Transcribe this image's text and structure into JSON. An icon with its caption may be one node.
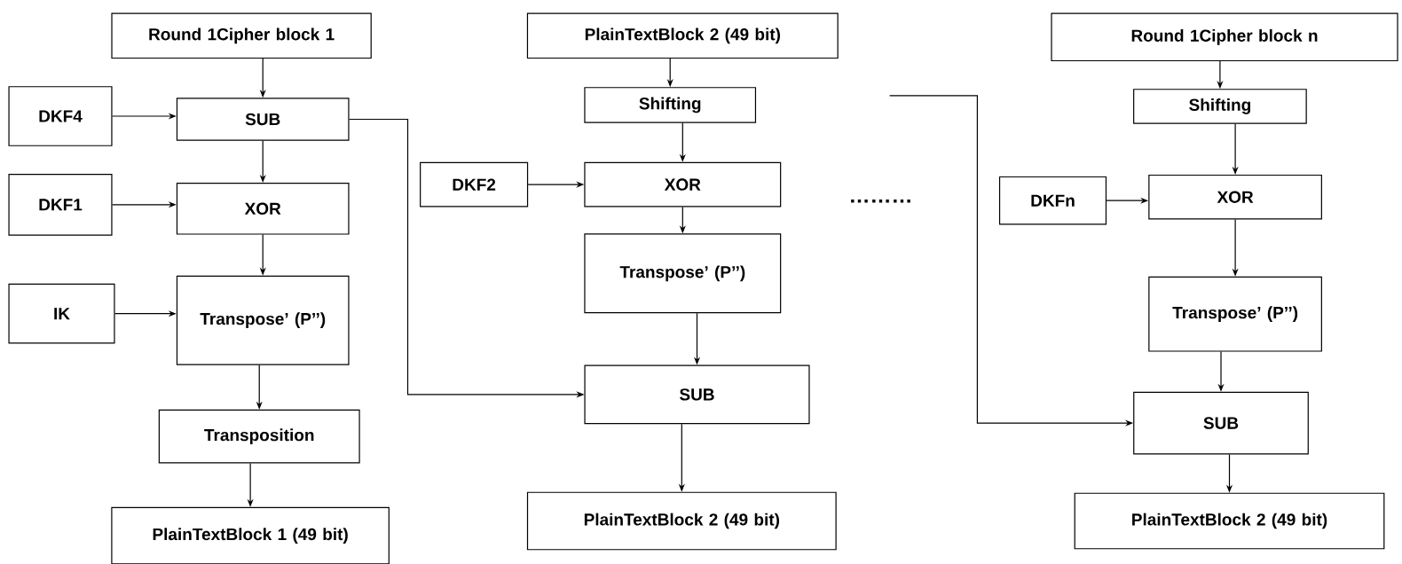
{
  "diagram": {
    "nodes": [
      {
        "text": [
          "Round 1Cipher block 1"
        ]
      },
      {
        "text": [
          "DKF4"
        ]
      },
      {
        "text": [
          "SUB"
        ]
      },
      {
        "text": [
          "DKF1"
        ]
      },
      {
        "text": [
          "XOR"
        ]
      },
      {
        "text": [
          "IK"
        ]
      },
      {
        "text": [
          "Transpose’ (P’’)"
        ]
      },
      {
        "text": [
          "Transposition"
        ]
      },
      {
        "text": [
          "PlainTextBlock 1 (49 bit)"
        ]
      },
      {
        "text": [
          "PlainTextBlock 2 (49 bit)"
        ]
      },
      {
        "text": [
          "Shifting"
        ]
      },
      {
        "text": [
          "DKF2"
        ]
      },
      {
        "text": [
          "XOR"
        ]
      },
      {
        "text": [
          "Transpose’ (P’’)"
        ]
      },
      {
        "text": [
          "SUB"
        ]
      },
      {
        "text": [
          "PlainTextBlock 2 (49 bit)"
        ]
      },
      {
        "text": [
          "Round 1Cipher block n"
        ]
      },
      {
        "text": [
          "Shifting"
        ]
      },
      {
        "text": [
          "DKFn"
        ]
      },
      {
        "text": [
          "XOR"
        ]
      },
      {
        "text": [
          "Transpose’ (P’’)"
        ]
      },
      {
        "text": [
          "SUB"
        ]
      },
      {
        "text": [
          "PlainTextBlock 2 (49 bit)"
        ]
      }
    ],
    "edges": [
      {
        "from": 0,
        "to": 2,
        "arrow": "to"
      },
      {
        "from": 1,
        "to": 2,
        "arrow": "to"
      },
      {
        "from": 2,
        "to": 4,
        "arrow": "to"
      },
      {
        "from": 3,
        "to": 4,
        "arrow": "to"
      },
      {
        "from": 4,
        "to": 6,
        "arrow": "to"
      },
      {
        "from": 5,
        "to": 6,
        "arrow": "to"
      },
      {
        "from": 6,
        "to": 7,
        "arrow": "to"
      },
      {
        "from": 7,
        "to": 8,
        "arrow": "to"
      },
      {
        "from": 2,
        "to": 14,
        "arrow": "to"
      },
      {
        "from": 9,
        "to": 10,
        "arrow": "to"
      },
      {
        "from": 10,
        "to": 12,
        "arrow": "to"
      },
      {
        "from": 11,
        "to": 12,
        "arrow": "to"
      },
      {
        "from": 12,
        "to": 13,
        "arrow": "to"
      },
      {
        "from": 13,
        "to": 14,
        "arrow": "to"
      },
      {
        "from": 14,
        "to": 15,
        "arrow": "to"
      },
      {
        "from": 16,
        "to": 17,
        "arrow": "to"
      },
      {
        "from": 17,
        "to": 19,
        "arrow": "to"
      },
      {
        "from": 18,
        "to": 19,
        "arrow": "to"
      },
      {
        "from": 19,
        "to": 20,
        "arrow": "to"
      },
      {
        "from": 20,
        "to": 21,
        "arrow": "to"
      },
      {
        "from": 21,
        "to": 22,
        "arrow": "to"
      },
      {
        "from": null,
        "to": 21,
        "arrow": "to"
      }
    ],
    "labels": [
      "………"
    ]
  }
}
